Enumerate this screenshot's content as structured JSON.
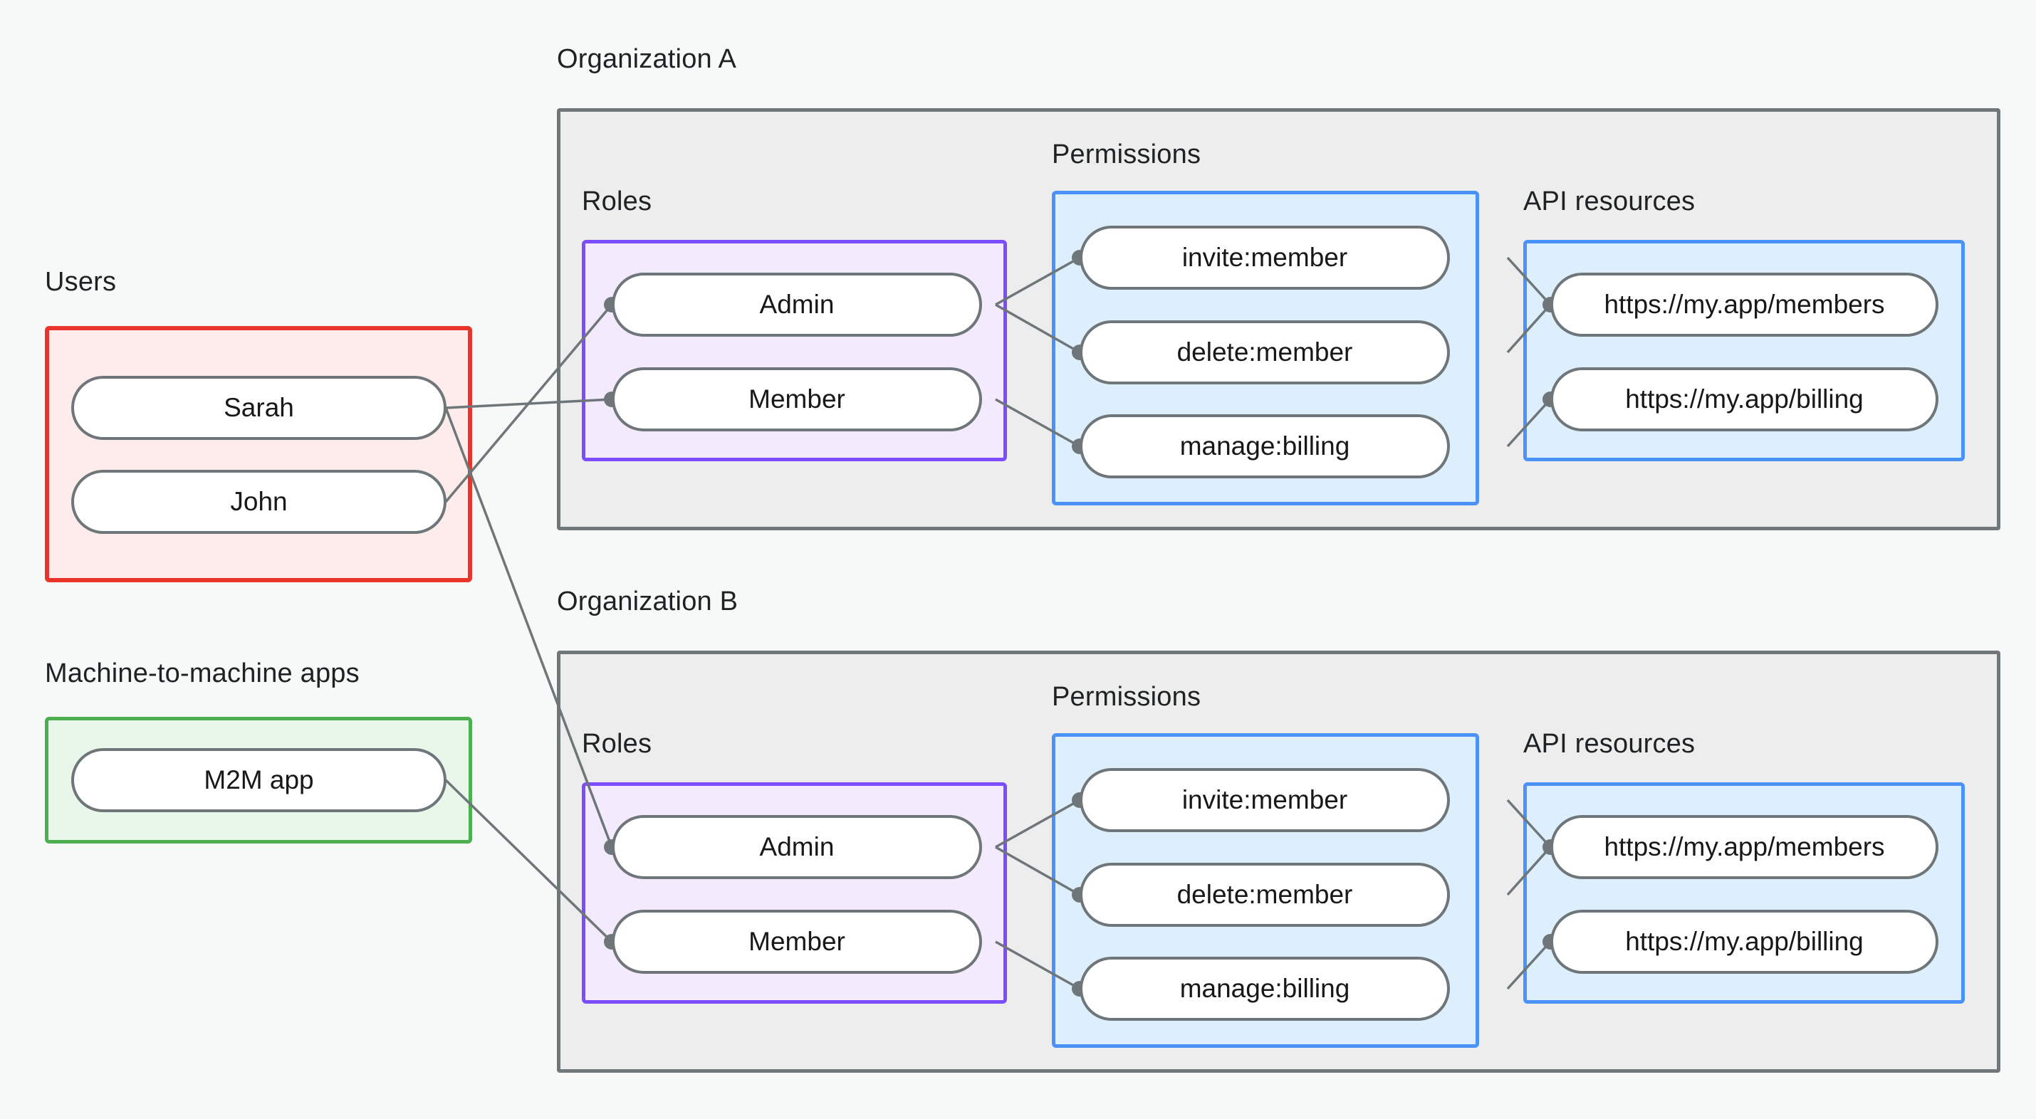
{
  "diagram": {
    "title_hidden": "",
    "groups": {
      "users_label": "Users",
      "m2m_label": "Machine-to-machine apps",
      "org_a_label": "Organization A",
      "org_b_label": "Organization B",
      "roles_label": "Roles",
      "permissions_label": "Permissions",
      "api_resources_label": "API resources"
    },
    "colors": {
      "page_background": "#f7f9f8",
      "org_border": "#707779",
      "org_fill": "#ecedec",
      "users_border": "#e8342a",
      "users_fill": "#fdeceb",
      "m2m_border": "#4cb050",
      "m2m_fill": "#e9f6ea",
      "roles_border": "#7c4dfd",
      "roles_fill": "#f3eafd",
      "permissions_border": "#4a92f8",
      "permissions_fill": "#ddeefd",
      "api_border": "#4a92f8",
      "api_fill": "#ddeefd",
      "node_border": "#6f7679",
      "node_fill": "#ffffff",
      "edge": "#6f7679",
      "text": "#16181a"
    },
    "users": [
      {
        "id": "sarah",
        "label": "Sarah"
      },
      {
        "id": "john",
        "label": "John"
      }
    ],
    "m2m_apps": [
      {
        "id": "m2m-app",
        "label": "M2M app"
      }
    ],
    "org_a": {
      "label": "Organization A",
      "roles": [
        {
          "id": "a-admin",
          "label": "Admin"
        },
        {
          "id": "a-member",
          "label": "Member"
        }
      ],
      "permissions": [
        {
          "id": "a-invite",
          "label": "invite:member"
        },
        {
          "id": "a-delete",
          "label": "delete:member"
        },
        {
          "id": "a-billing",
          "label": "manage:billing"
        }
      ],
      "api_resources": [
        {
          "id": "a-res-members",
          "label": "https://my.app/members"
        },
        {
          "id": "a-res-billing",
          "label": "https://my.app/billing"
        }
      ]
    },
    "org_b": {
      "label": "Organization B",
      "roles": [
        {
          "id": "b-admin",
          "label": "Admin"
        },
        {
          "id": "b-member",
          "label": "Member"
        }
      ],
      "permissions": [
        {
          "id": "b-invite",
          "label": "invite:member"
        },
        {
          "id": "b-delete",
          "label": "delete:member"
        },
        {
          "id": "b-billing",
          "label": "manage:billing"
        }
      ],
      "api_resources": [
        {
          "id": "b-res-members",
          "label": "https://my.app/members"
        },
        {
          "id": "b-res-billing",
          "label": "https://my.app/billing"
        }
      ]
    },
    "edges": [
      {
        "from": "sarah",
        "to": "a-member"
      },
      {
        "from": "john",
        "to": "a-admin"
      },
      {
        "from": "sarah",
        "to": "b-admin"
      },
      {
        "from": "m2m-app",
        "to": "b-member"
      },
      {
        "from": "a-admin",
        "to": "a-invite"
      },
      {
        "from": "a-admin",
        "to": "a-delete"
      },
      {
        "from": "a-member",
        "to": "a-billing"
      },
      {
        "from": "a-invite",
        "to": "a-res-members"
      },
      {
        "from": "a-delete",
        "to": "a-res-members"
      },
      {
        "from": "a-billing",
        "to": "a-res-billing"
      },
      {
        "from": "b-admin",
        "to": "b-invite"
      },
      {
        "from": "b-admin",
        "to": "b-delete"
      },
      {
        "from": "b-member",
        "to": "b-billing"
      },
      {
        "from": "b-invite",
        "to": "b-res-members"
      },
      {
        "from": "b-delete",
        "to": "b-res-members"
      },
      {
        "from": "b-billing",
        "to": "b-res-billing"
      }
    ]
  }
}
